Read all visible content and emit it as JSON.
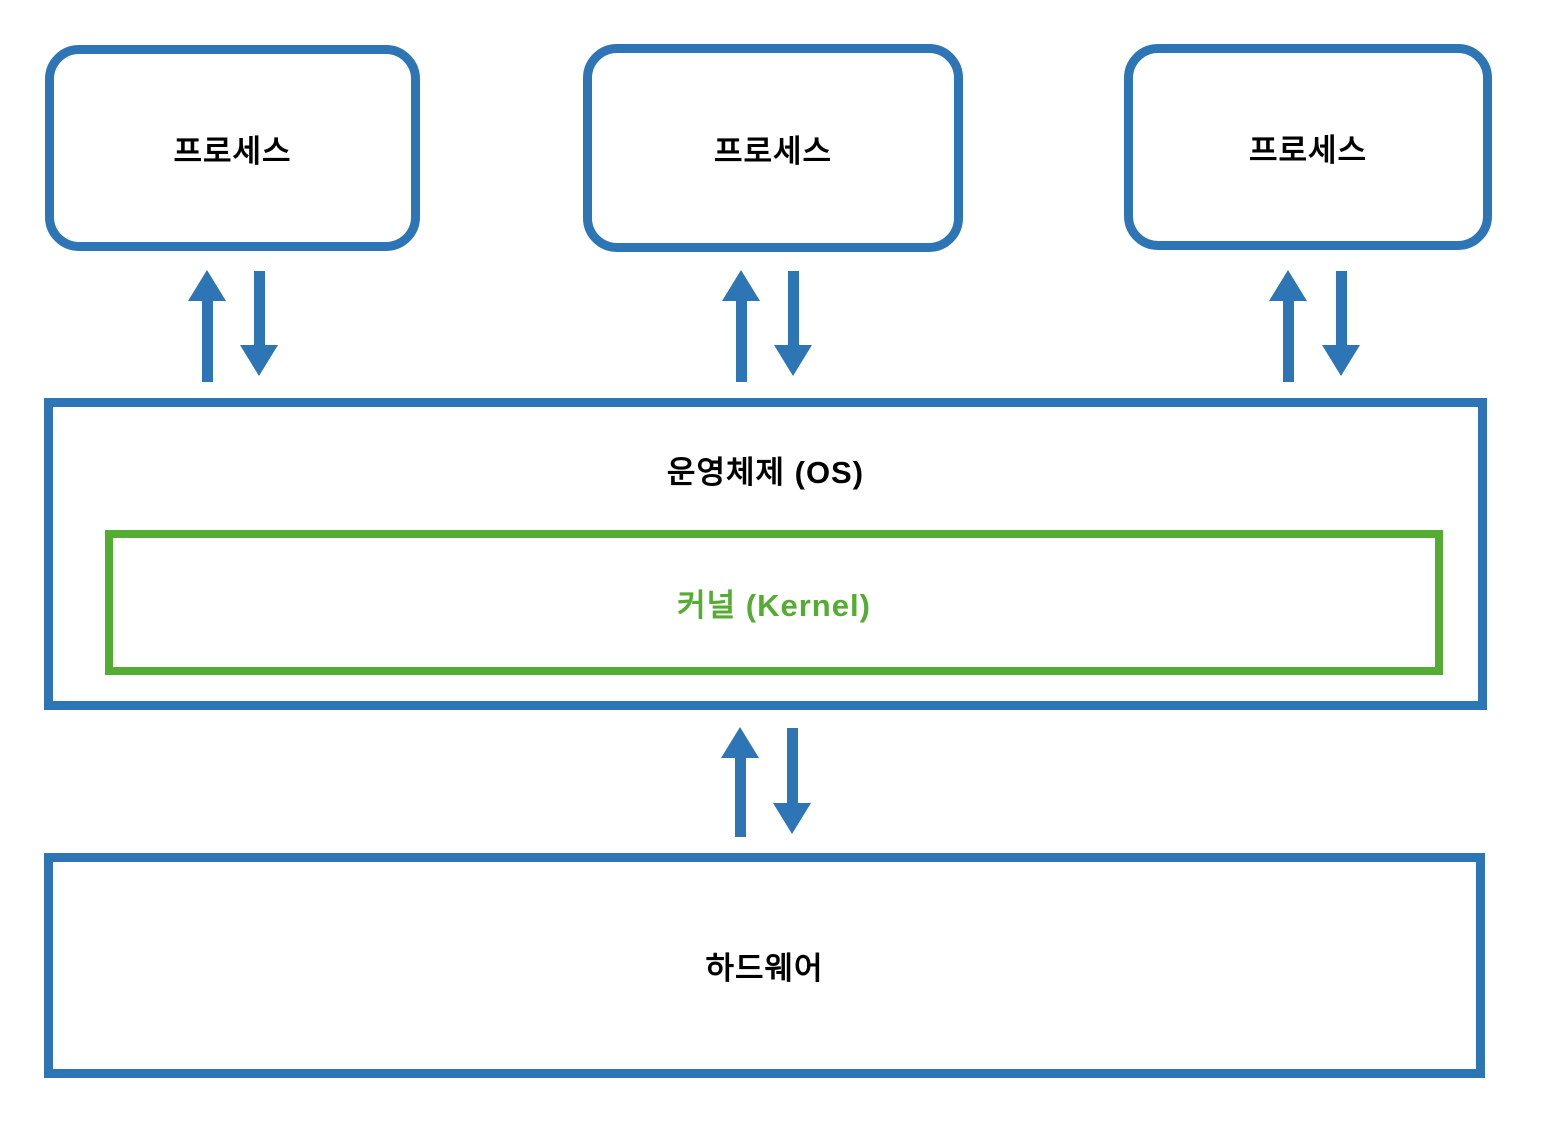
{
  "diagram": {
    "processes": [
      {
        "label": "프로세스"
      },
      {
        "label": "프로세스"
      },
      {
        "label": "프로세스"
      }
    ],
    "os": {
      "label": "운영체제 (OS)"
    },
    "kernel": {
      "label": "커널 (Kernel)"
    },
    "hardware": {
      "label": "하드웨어"
    }
  },
  "icons": [
    {
      "name": "up-arrow-icon",
      "shape": "css-triangle-up-with-shaft",
      "color": "#2E75B6"
    },
    {
      "name": "down-arrow-icon",
      "shape": "css-triangle-down-with-shaft",
      "color": "#2E75B6"
    }
  ],
  "colors": {
    "blue": "#2E75B6",
    "green": "#54AD32",
    "label": "#000000",
    "bg": "#FFFFFF"
  }
}
